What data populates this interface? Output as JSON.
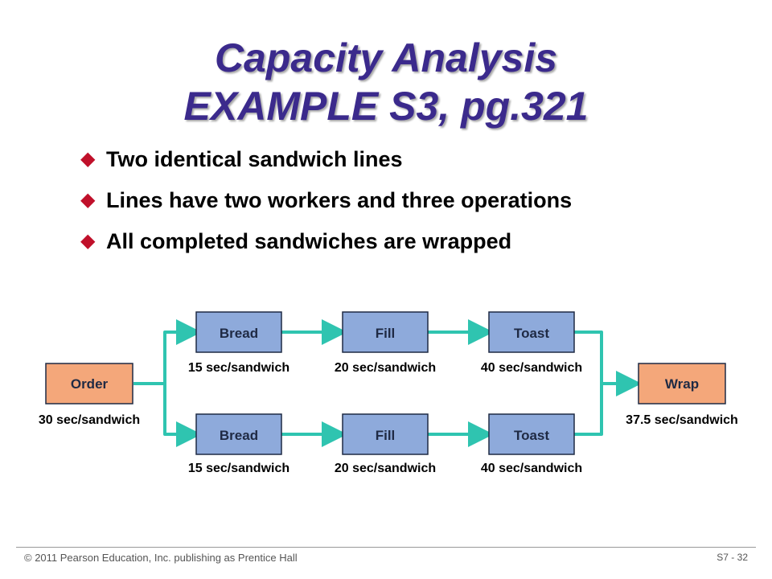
{
  "title": {
    "line1": "Capacity Analysis",
    "line2": "EXAMPLE S3, pg.321"
  },
  "bullets": [
    "Two identical sandwich lines",
    "Lines have two workers and three operations",
    "All completed sandwiches are wrapped"
  ],
  "bullet_icon": "diamond-icon",
  "diagram": {
    "order": {
      "label": "Order",
      "rate": "30 sec/sandwich"
    },
    "wrap": {
      "label": "Wrap",
      "rate": "37.5 sec/sandwich"
    },
    "lines": [
      {
        "steps": [
          {
            "label": "Bread",
            "rate": "15 sec/sandwich"
          },
          {
            "label": "Fill",
            "rate": "20 sec/sandwich"
          },
          {
            "label": "Toast",
            "rate": "40 sec/sandwich"
          }
        ]
      },
      {
        "steps": [
          {
            "label": "Bread",
            "rate": "15 sec/sandwich"
          },
          {
            "label": "Fill",
            "rate": "20 sec/sandwich"
          },
          {
            "label": "Toast",
            "rate": "40 sec/sandwich"
          }
        ]
      }
    ],
    "colors": {
      "step_fill": "#8eaadb",
      "order_wrap_fill": "#f4a77a",
      "connector": "#2fc4b0",
      "border": "#1f2a44"
    }
  },
  "footer": {
    "copyright": "© 2011 Pearson Education, Inc. publishing as Prentice Hall",
    "page": "S7 - 32"
  }
}
